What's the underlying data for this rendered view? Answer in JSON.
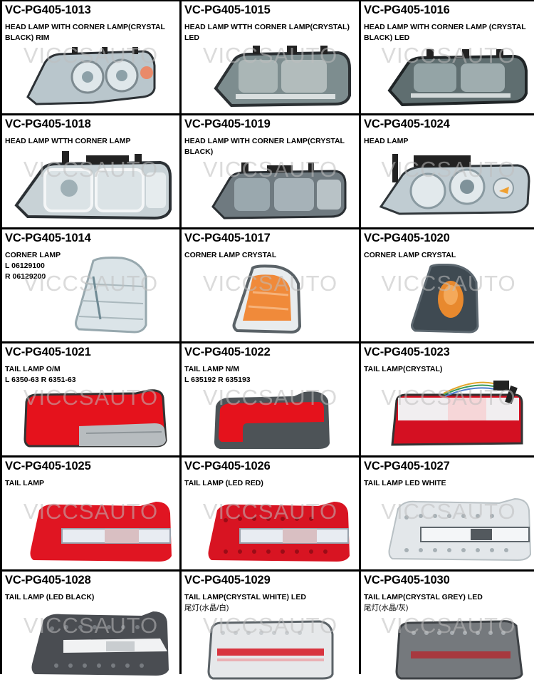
{
  "watermark": "VICCSAUTO",
  "products": [
    {
      "code": "VC-PG405-1013",
      "desc": "HEAD LAMP WITH CORNER LAMP(CRYSTAL\nBLACK) RIM",
      "desc_zh": "",
      "image": "headlamp-clear-projector-amber"
    },
    {
      "code": "VC-PG405-1015",
      "desc": "HEAD LAMP WTTH CORNER LAMP(CRYSTAL)\nLED",
      "desc_zh": "",
      "image": "headlamp-smoked-led"
    },
    {
      "code": "VC-PG405-1016",
      "desc": "HEAD LAMP WITH CORNER LAMP (CRYSTAL\nBLACK) LED",
      "desc_zh": "",
      "image": "headlamp-black-led"
    },
    {
      "code": "VC-PG405-1018",
      "desc": "HEAD LAMP WTTH CORNER LAMP",
      "desc_zh": "",
      "image": "headlamp-clear"
    },
    {
      "code": "VC-PG405-1019",
      "desc": "HEAD LAMP WITH CORNER LAMP(CRYSTAL\nBLACK)",
      "desc_zh": "",
      "image": "headlamp-crystal-black"
    },
    {
      "code": "VC-PG405-1024",
      "desc": "HEAD LAMP",
      "desc_zh": "",
      "image": "headlamp-projector-amber"
    },
    {
      "code": "VC-PG405-1014",
      "desc": "CORNER LAMP\nL 06129100\nR 06129200",
      "desc_zh": "",
      "image": "corner-lamp-clear"
    },
    {
      "code": "VC-PG405-1017",
      "desc": "CORNER LAMP CRYSTAL",
      "desc_zh": "",
      "image": "corner-lamp-amber"
    },
    {
      "code": "VC-PG405-1020",
      "desc": "CORNER LAMP CRYSTAL",
      "desc_zh": "",
      "image": "corner-lamp-black-amber"
    },
    {
      "code": "VC-PG405-1021",
      "desc": "TAIL LAMP O/M\nL 6350-63 R 6351-63",
      "desc_zh": "",
      "image": "tail-lamp-red-smoke"
    },
    {
      "code": "VC-PG405-1022",
      "desc": "TAIL LAMP N/M\nL 635192 R 635193",
      "desc_zh": "",
      "image": "tail-lamp-red-grey"
    },
    {
      "code": "VC-PG405-1023",
      "desc": "TAIL LAMP(CRYSTAL)",
      "desc_zh": "",
      "image": "tail-lamp-crystal-red-white"
    },
    {
      "code": "VC-PG405-1025",
      "desc": "TAIL LAMP",
      "desc_zh": "",
      "image": "tail-lamp-red"
    },
    {
      "code": "VC-PG405-1026",
      "desc": "TAIL LAMP (LED RED)",
      "desc_zh": "",
      "image": "tail-lamp-led-red"
    },
    {
      "code": "VC-PG405-1027",
      "desc": "TAIL LAMP LED WHITE",
      "desc_zh": "",
      "image": "tail-lamp-led-white"
    },
    {
      "code": "VC-PG405-1028",
      "desc": "TAIL LAMP (LED BLACK)",
      "desc_zh": "",
      "image": "tail-lamp-led-black"
    },
    {
      "code": "VC-PG405-1029",
      "desc": "TAIL LAMP(CRYSTAL WHITE) LED",
      "desc_zh": "尾灯(水晶/白)",
      "image": "tail-lamp-crystal-white-led"
    },
    {
      "code": "VC-PG405-1030",
      "desc": "TAIL LAMP(CRYSTAL GREY) LED",
      "desc_zh": "尾灯(水晶/灰)",
      "image": "tail-lamp-crystal-grey-led"
    }
  ],
  "colors": {
    "border": "#000000",
    "lamp_red": "#e0141e",
    "lens_clear": "#cfd8dc",
    "housing_dark": "#3a3f44",
    "amber": "#f08a2a"
  }
}
